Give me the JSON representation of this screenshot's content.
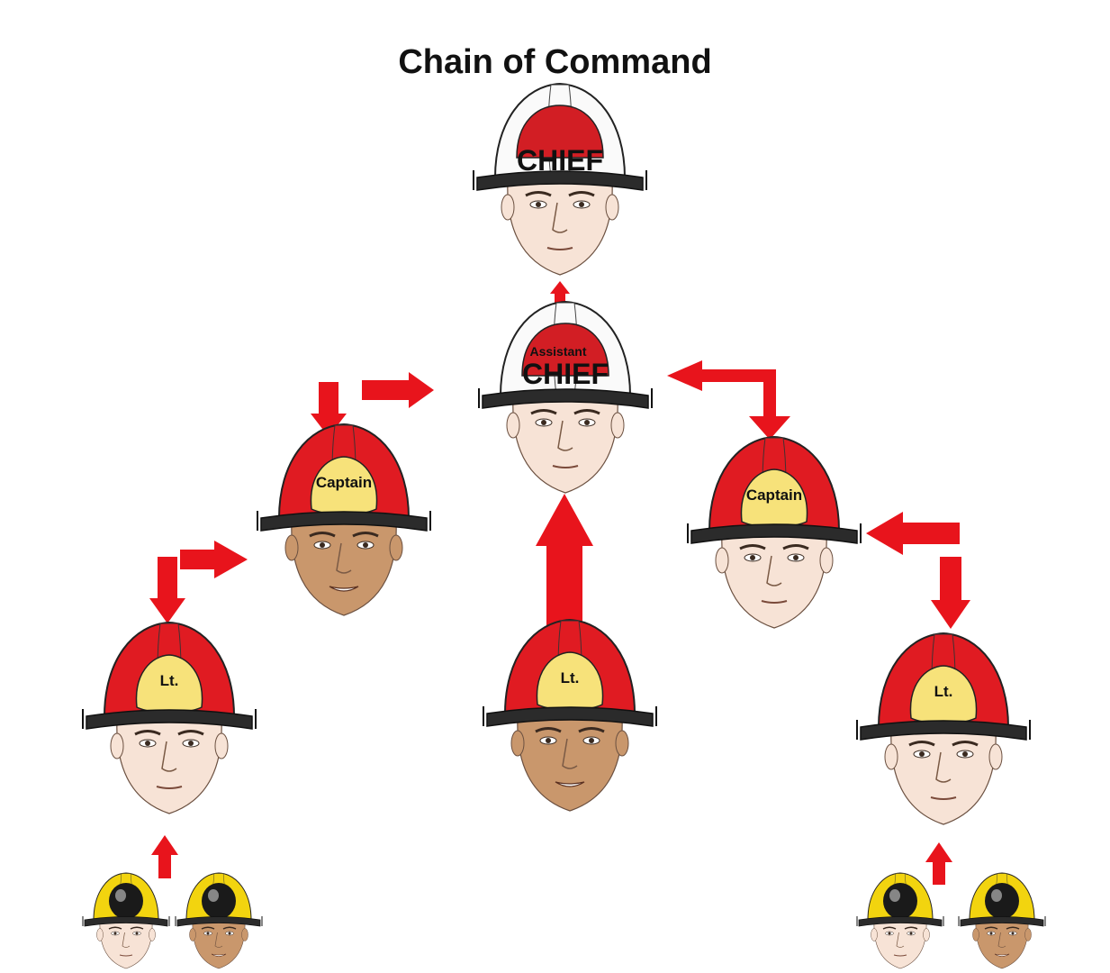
{
  "title": "Chain of Command",
  "colors": {
    "arrow": "#e8141c",
    "red_helmet": "#e01b22",
    "white_helmet": "#fafafa",
    "yellow_helmet": "#f2d40f",
    "badge_gold": "#f7e27a",
    "brim": "#2b2b2b",
    "skin_light": "#f7e3d6",
    "skin_tan": "#c9976c"
  },
  "nodes": [
    {
      "id": "chief",
      "rank_text": "CHIEF",
      "helmet": "white-helmet",
      "skin": "light"
    },
    {
      "id": "assistant-chief",
      "rank_small_text": "Assistant",
      "rank_text": "CHIEF",
      "helmet": "white-helmet",
      "skin": "light"
    },
    {
      "id": "captain-left",
      "rank_text": "Captain",
      "helmet": "red-helmet",
      "skin": "tan"
    },
    {
      "id": "captain-right",
      "rank_text": "Captain",
      "helmet": "red-helmet",
      "skin": "light"
    },
    {
      "id": "lt-left",
      "rank_text": "Lt.",
      "helmet": "red-helmet",
      "skin": "light"
    },
    {
      "id": "lt-center",
      "rank_text": "Lt.",
      "helmet": "red-helmet",
      "skin": "tan"
    },
    {
      "id": "lt-right",
      "rank_text": "Lt.",
      "helmet": "red-helmet",
      "skin": "light"
    },
    {
      "id": "firefighter-1",
      "helmet": "yellow-helmet",
      "skin": "light"
    },
    {
      "id": "firefighter-2",
      "helmet": "yellow-helmet",
      "skin": "tan"
    },
    {
      "id": "firefighter-3",
      "helmet": "yellow-helmet",
      "skin": "light"
    },
    {
      "id": "firefighter-4",
      "helmet": "yellow-helmet",
      "skin": "tan"
    }
  ],
  "edges": [
    {
      "from": "assistant-chief",
      "to": "chief",
      "style": "small-up"
    },
    {
      "from": "lt-center",
      "to": "assistant-chief",
      "style": "large-up"
    },
    {
      "from": "assistant-chief",
      "to": "captain-left",
      "style": "two-way"
    },
    {
      "from": "assistant-chief",
      "to": "captain-right",
      "style": "two-way"
    },
    {
      "from": "captain-left",
      "to": "lt-left",
      "style": "two-way"
    },
    {
      "from": "captain-right",
      "to": "lt-right",
      "style": "two-way"
    },
    {
      "from": "firefighter-1",
      "to": "lt-left",
      "style": "small-up"
    },
    {
      "from": "firefighter-3",
      "to": "lt-right",
      "style": "small-up"
    }
  ]
}
